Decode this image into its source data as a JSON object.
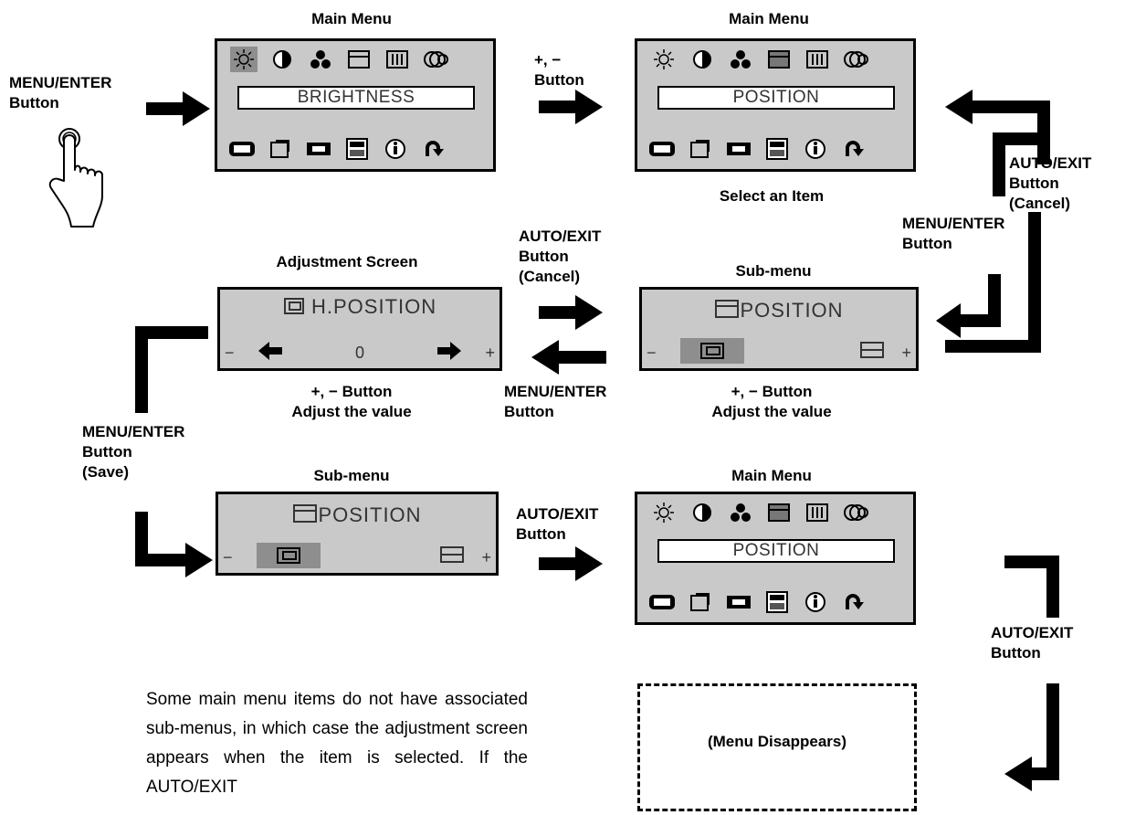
{
  "labels": {
    "menu_enter_left": "MENU/ENTER\nButton",
    "main_menu_1": "Main Menu",
    "plus_minus_top": "+, −\nButton",
    "main_menu_2": "Main Menu",
    "select_item": "Select an Item",
    "auto_exit_cancel_right": "AUTO/EXIT\nButton\n(Cancel)",
    "menu_enter_right": "MENU/ENTER\nButton",
    "adjustment_screen": "Adjustment Screen",
    "auto_exit_cancel_mid": "AUTO/EXIT\nButton\n(Cancel)",
    "sub_menu_1": "Sub-menu",
    "plus_minus_adj_1": "+, −  Button\nAdjust the value",
    "menu_enter_mid": "MENU/ENTER\nButton",
    "plus_minus_adj_2": "+, −  Button\nAdjust the value",
    "menu_enter_save": "MENU/ENTER\nButton\n(Save)",
    "sub_menu_2": "Sub-menu",
    "auto_exit_bottom": "AUTO/EXIT\nButton",
    "main_menu_3": "Main Menu",
    "auto_exit_right_bottom": "AUTO/EXIT\nButton",
    "menu_disappears": "(Menu Disappears)"
  },
  "screens": {
    "main1_item": "BRIGHTNESS",
    "main2_item": "POSITION",
    "main3_item": "POSITION",
    "adjust_title": "H.POSITION",
    "adjust_value": "0",
    "sub1_title": "POSITION",
    "sub2_title": "POSITION",
    "minus": "−",
    "plus": "+"
  },
  "paragraph": "Some main menu items do not have associated sub-menus, in which case the adjustment screen appears when the item is selected. If the AUTO/EXIT"
}
